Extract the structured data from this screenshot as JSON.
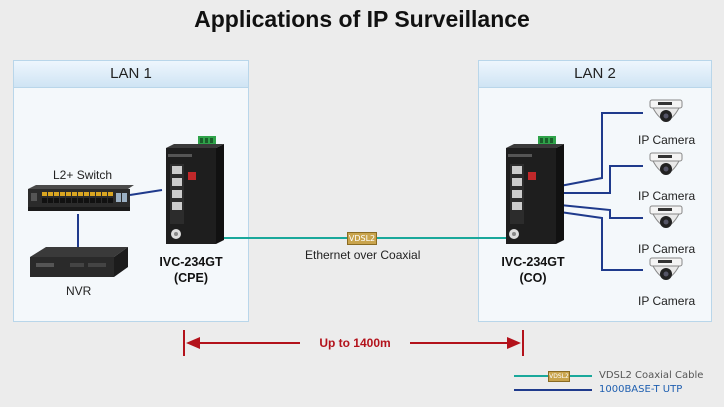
{
  "title": "Applications of IP Surveillance",
  "lan1": {
    "label": "LAN 1"
  },
  "lan2": {
    "label": "LAN 2"
  },
  "devices": {
    "switch_label": "L2+ Switch",
    "nvr_label": "NVR",
    "cpe_model": "IVC-234GT",
    "cpe_role": "(CPE)",
    "co_model": "IVC-234GT",
    "co_role": "(CO)"
  },
  "cameras": [
    {
      "label": "IP Camera"
    },
    {
      "label": "IP Camera"
    },
    {
      "label": "IP Camera"
    },
    {
      "label": "IP Camera"
    }
  ],
  "link": {
    "tag": "VDSL2",
    "caption": "Ethernet over Coaxial"
  },
  "distance": {
    "label": "Up to 1400m"
  },
  "legend": {
    "coax_tag": "VDSL2",
    "coax_label": "VDSL2 Coaxial Cable",
    "utp_label": "1000BASE-T UTP"
  },
  "colors": {
    "coax": "#1aa89b",
    "utp": "#1f3a8c",
    "arrow": "#b3121b",
    "lan_border": "#b9d6ea"
  }
}
